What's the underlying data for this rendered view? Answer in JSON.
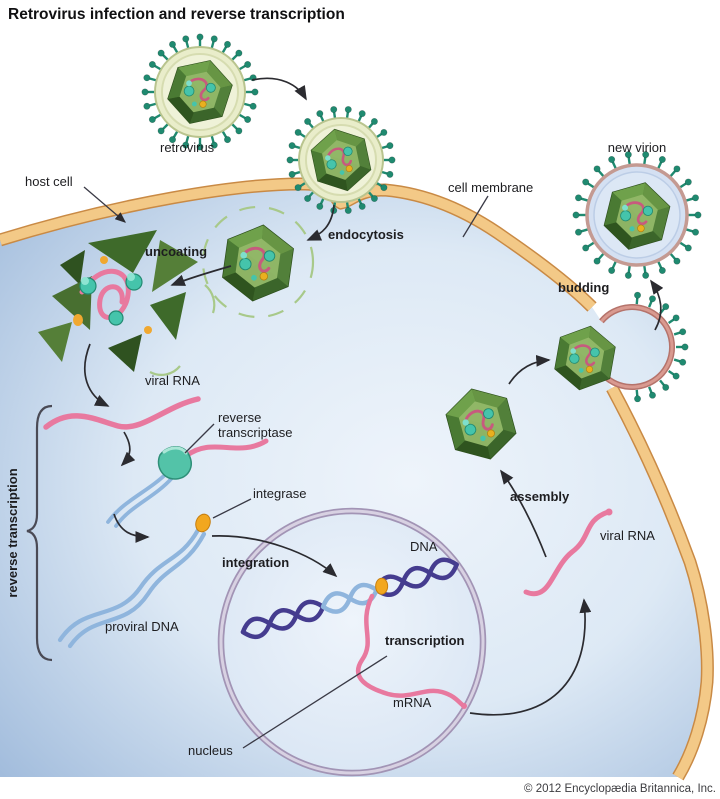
{
  "title": "Retrovirus infection and reverse transcription",
  "copyright": "© 2012 Encyclopædia Britannica, Inc.",
  "labels": {
    "retrovirus": "retrovirus",
    "host_cell": "host cell",
    "endocytosis": "endocytosis",
    "cell_membrane": "cell membrane",
    "new_virion": "new virion",
    "uncoating": "uncoating",
    "viral_rna_1": "viral RNA",
    "rt_line1": "reverse",
    "rt_line2": "transcriptase",
    "integrase": "integrase",
    "integration": "integration",
    "proviral_dna": "proviral DNA",
    "reverse_transcription": "reverse transcription",
    "dna": "DNA",
    "transcription": "transcription",
    "mrna": "mRNA",
    "nucleus": "nucleus",
    "assembly": "assembly",
    "viral_rna_2": "viral RNA",
    "budding": "budding"
  },
  "colors": {
    "membrane_tan": "#f3c987",
    "membrane_edge": "#c98a45",
    "cytoplasm_blue": "#c3d5ea",
    "capsid_green": "#4a752f",
    "rna_pink": "#e8799f",
    "proviral_dna_blue": "#8fb5dd",
    "nuclear_dna_indigo": "#453c8f",
    "reverse_transcriptase_teal": "#53c3a8",
    "integrase_orange": "#f2a71f",
    "nucleus_ring_purple": "#a294b5",
    "spike_teal": "#1f8a70",
    "bud_lining_pink": "#cf8a80"
  }
}
